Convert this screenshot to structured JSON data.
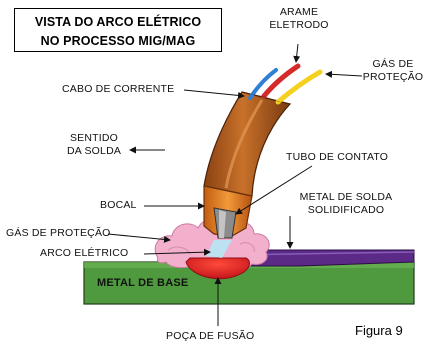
{
  "title": {
    "line1": "VISTA DO ARCO ELÉTRICO",
    "line2": "NO PROCESSO MIG/MAG"
  },
  "labels": {
    "arame_line1": "ARAME",
    "arame_line2": "ELETRODO",
    "gas_top_line1": "GÁS DE",
    "gas_top_line2": "PROTEÇÃO",
    "cabo": "CABO DE CORRENTE",
    "sentido_line1": "SENTIDO",
    "sentido_line2": "DA SOLDA",
    "tubo": "TUBO DE CONTATO",
    "bocal": "BOCAL",
    "metal_solda_line1": "METAL DE SOLDA",
    "metal_solda_line2": "SOLIDIFICADO",
    "gas_left": "GÁS DE PROTEÇÃO",
    "arco": "ARCO ELÉTRICO",
    "metal_base": "METAL DE BASE",
    "poca": "POÇA DE FUSÃO"
  },
  "caption": "Figura 9",
  "colors": {
    "metal_base": "#4f9a3f",
    "weld_bead": "#5b2a86",
    "torch_copper": "#c0651d",
    "torch_dark": "#7a3a10",
    "nozzle": "#e07a1a",
    "shielding_gas": "#f0a8c8",
    "weld_pool": "#e31b23",
    "wire_blue": "#2e7fd6",
    "wire_red": "#d42a2a",
    "wire_yellow": "#f4d11e"
  }
}
